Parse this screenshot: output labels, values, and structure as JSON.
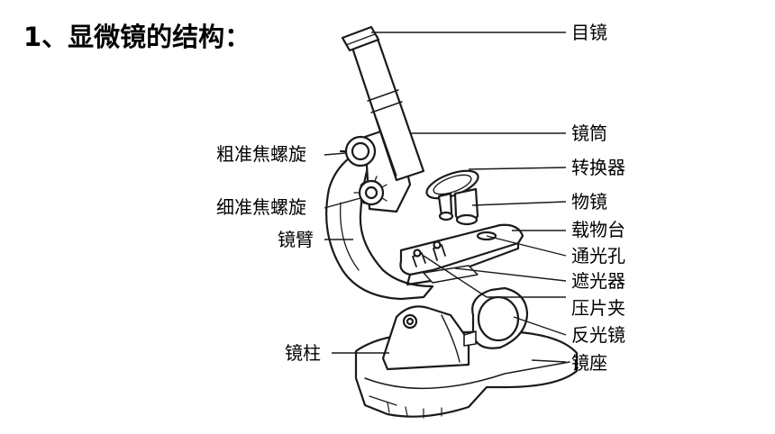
{
  "title": "1、显微镜的结构：",
  "labels": {
    "eyepiece": "目镜",
    "tube": "镜筒",
    "nosepiece": "转换器",
    "objective": "物镜",
    "stage": "载物台",
    "aperture": "通光孔",
    "diaphragm": "遮光器",
    "stage_clip": "压片夹",
    "mirror": "反光镜",
    "base": "镜座",
    "coarse_focus": "粗准焦螺旋",
    "fine_focus": "细准焦螺旋",
    "arm": "镜臂",
    "pillar": "镜柱"
  },
  "colors": {
    "line": "#1a1a1a",
    "text": "#000000"
  }
}
